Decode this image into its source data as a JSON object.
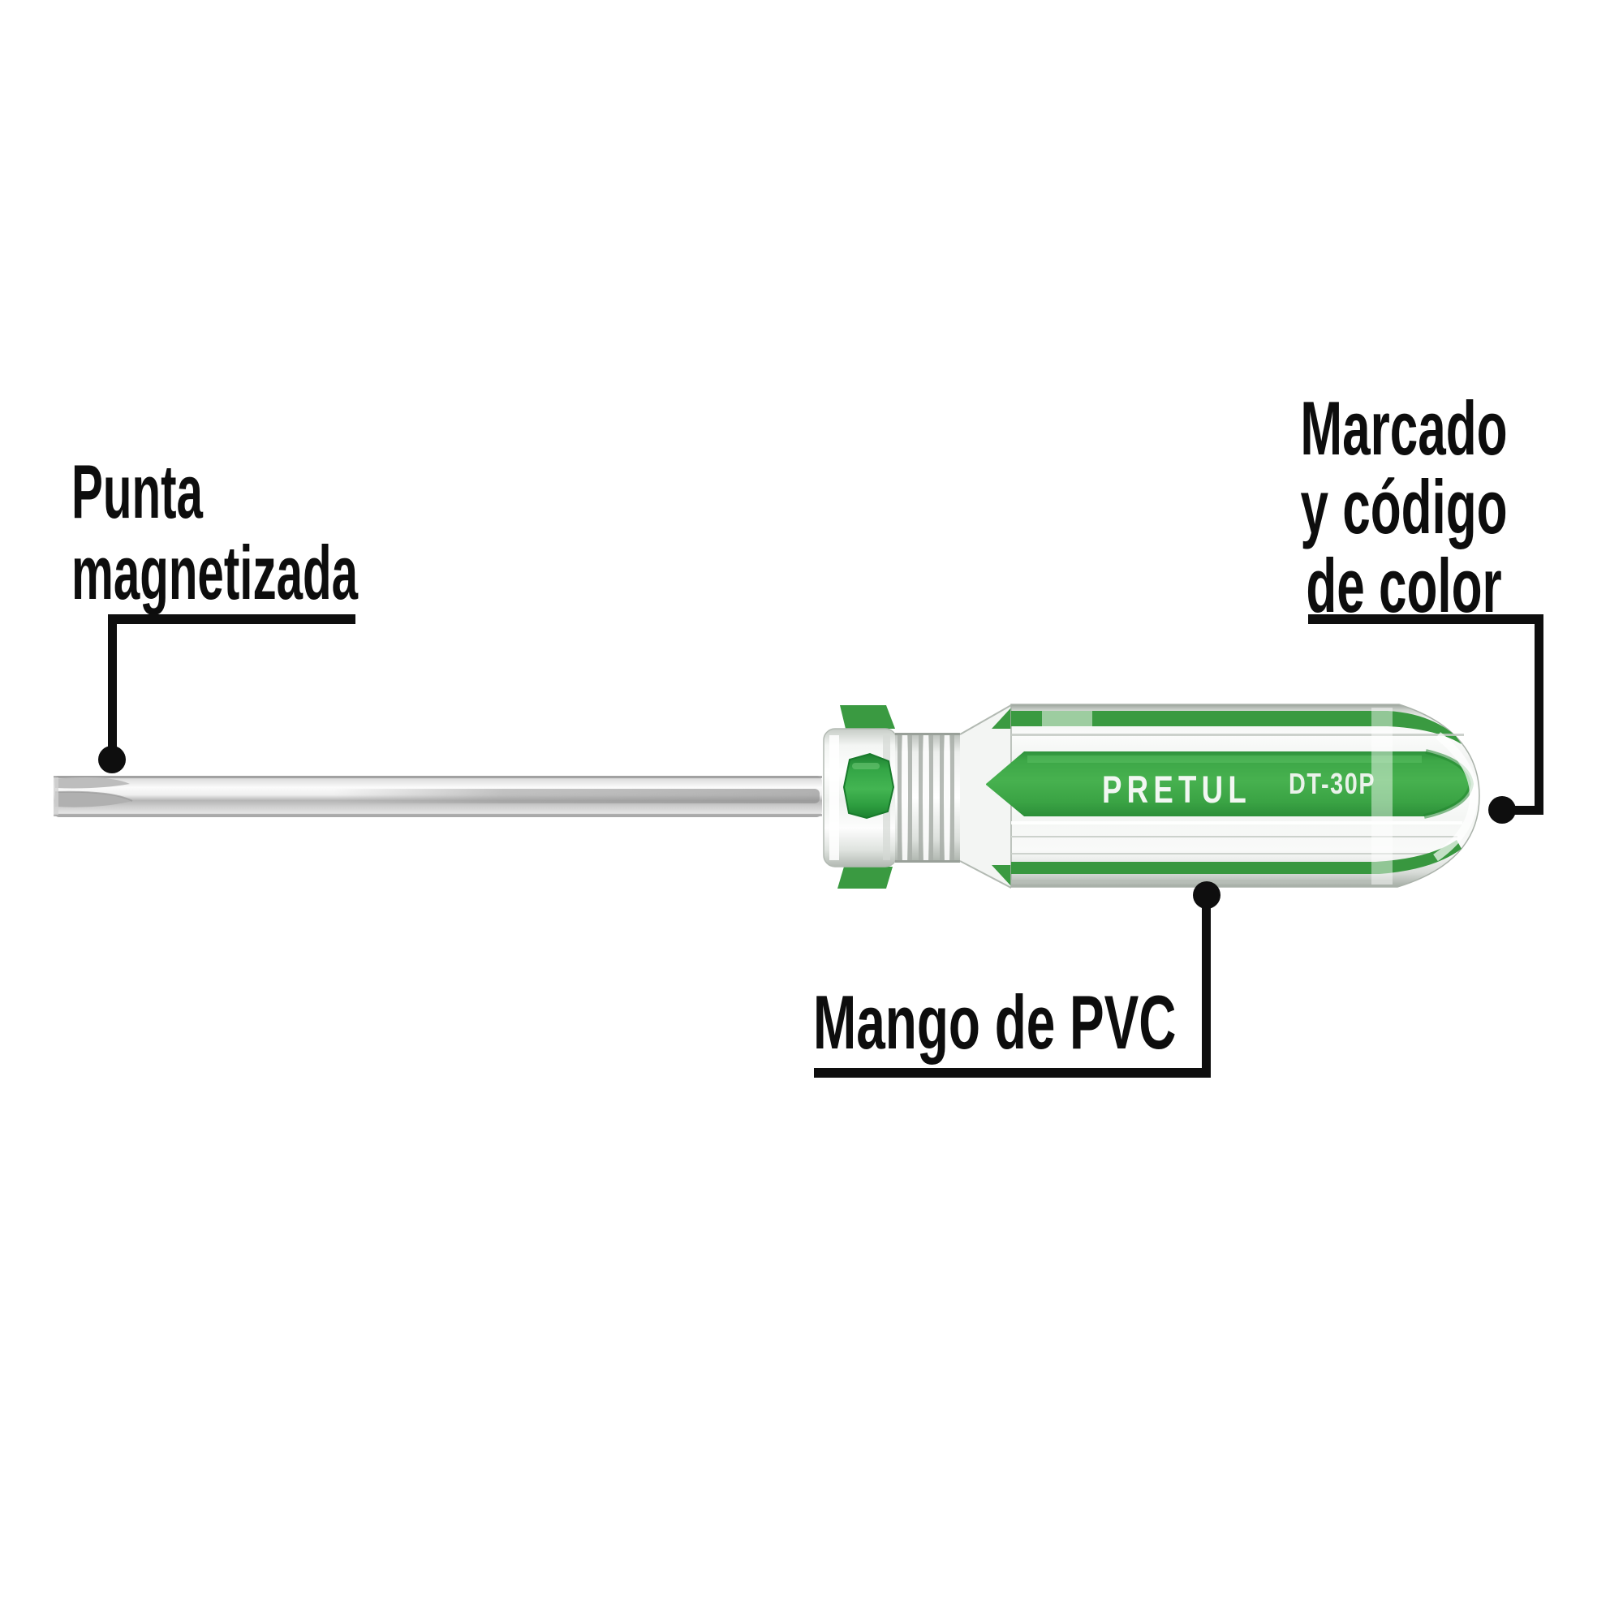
{
  "product": {
    "brand": "PRETUL",
    "model": "DT-30P",
    "type": "torx-screwdriver",
    "colors": {
      "handle_green": "#3fa546",
      "handle_green_dark": "#2b8d37",
      "handle_green_light": "#4cb151",
      "hex_core_green": "#2ea13e",
      "steel_light": "#f5f5f5",
      "steel_dark": "#9e9e9e",
      "annotation_black": "#0e0e0e",
      "background": "#ffffff"
    }
  },
  "annotations": {
    "tip": {
      "label": "Punta magnetizada",
      "line1": "Punta",
      "line2": "magnetizada"
    },
    "marking": {
      "label": "Marcado y código de color",
      "line1": "Marcado",
      "line2": "y código",
      "line3": "de color"
    },
    "handle": {
      "label": "Mango de PVC"
    }
  }
}
